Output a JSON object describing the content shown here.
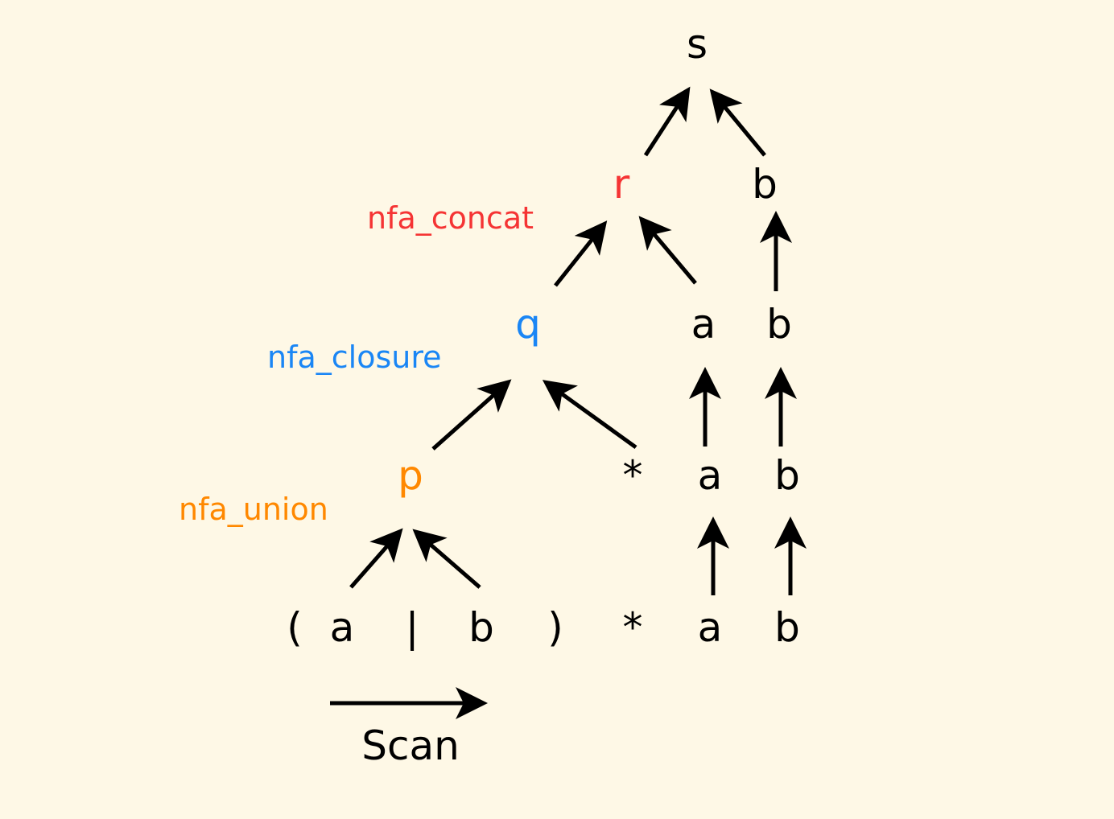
{
  "diagram": {
    "title": "Parse tree for regex (a|b)*ab",
    "colors": {
      "background": "#fef8e6",
      "text": "#000000",
      "union": "#ff8800",
      "closure": "#1a86f5",
      "concat": "#f53434"
    },
    "input_tokens": [
      "(",
      "a",
      "|",
      "b",
      ")",
      "*",
      "a",
      "b"
    ],
    "nodes": {
      "s": "s",
      "r": "r",
      "q": "q",
      "p": "p",
      "b_level4": "b",
      "a_level3": "a",
      "b_level3": "b",
      "star_level2": "*",
      "a_level2": "a",
      "b_level2": "b"
    },
    "operation_labels": {
      "concat": "nfa_concat",
      "closure": "nfa_closure",
      "union": "nfa_union"
    },
    "scan_label": "Scan",
    "edges": [
      {
        "from": "(a",
        "to": "p"
      },
      {
        "from": "b",
        "to": "p"
      },
      {
        "from": "p",
        "to": "q"
      },
      {
        "from": "*",
        "to": "q"
      },
      {
        "from": "q",
        "to": "r"
      },
      {
        "from": "a",
        "to": "r"
      },
      {
        "from": "r",
        "to": "s"
      },
      {
        "from": "b",
        "to": "s"
      }
    ]
  }
}
